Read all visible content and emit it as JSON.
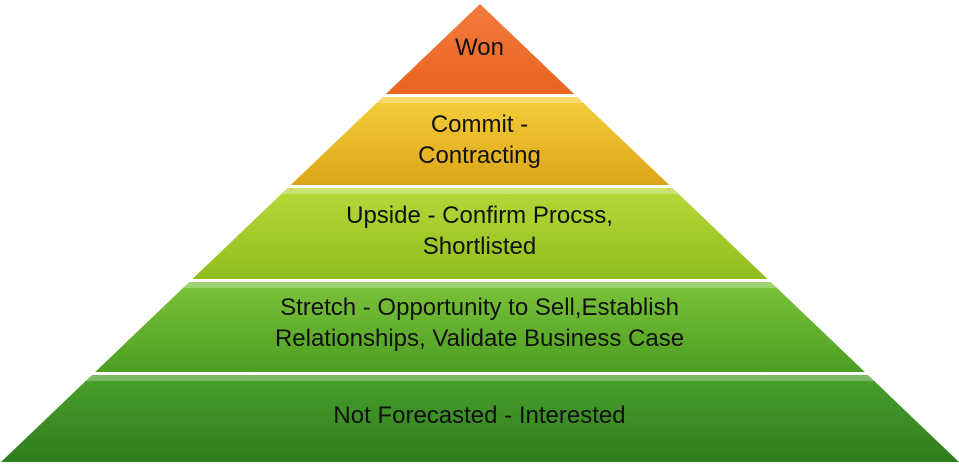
{
  "pyramid": {
    "tiers": [
      {
        "lines": [
          "Won"
        ],
        "color_top": "#f47a3e",
        "color_bottom": "#e8641f"
      },
      {
        "lines": [
          "Commit -",
          "Contracting"
        ],
        "color_top": "#f5cf3a",
        "color_bottom": "#dca51a"
      },
      {
        "lines": [
          "Upside - Confirm Procss,",
          "Shortlisted"
        ],
        "color_top": "#b8d83a",
        "color_bottom": "#8fbe1d"
      },
      {
        "lines": [
          "Stretch - Opportunity to Sell,Establish",
          "Relationships, Validate Business Case"
        ],
        "color_top": "#7cc33a",
        "color_bottom": "#4c9e22"
      },
      {
        "lines": [
          "Not Forecasted - Interested"
        ],
        "color_top": "#4aa02c",
        "color_bottom": "#2e7d1e"
      }
    ]
  }
}
